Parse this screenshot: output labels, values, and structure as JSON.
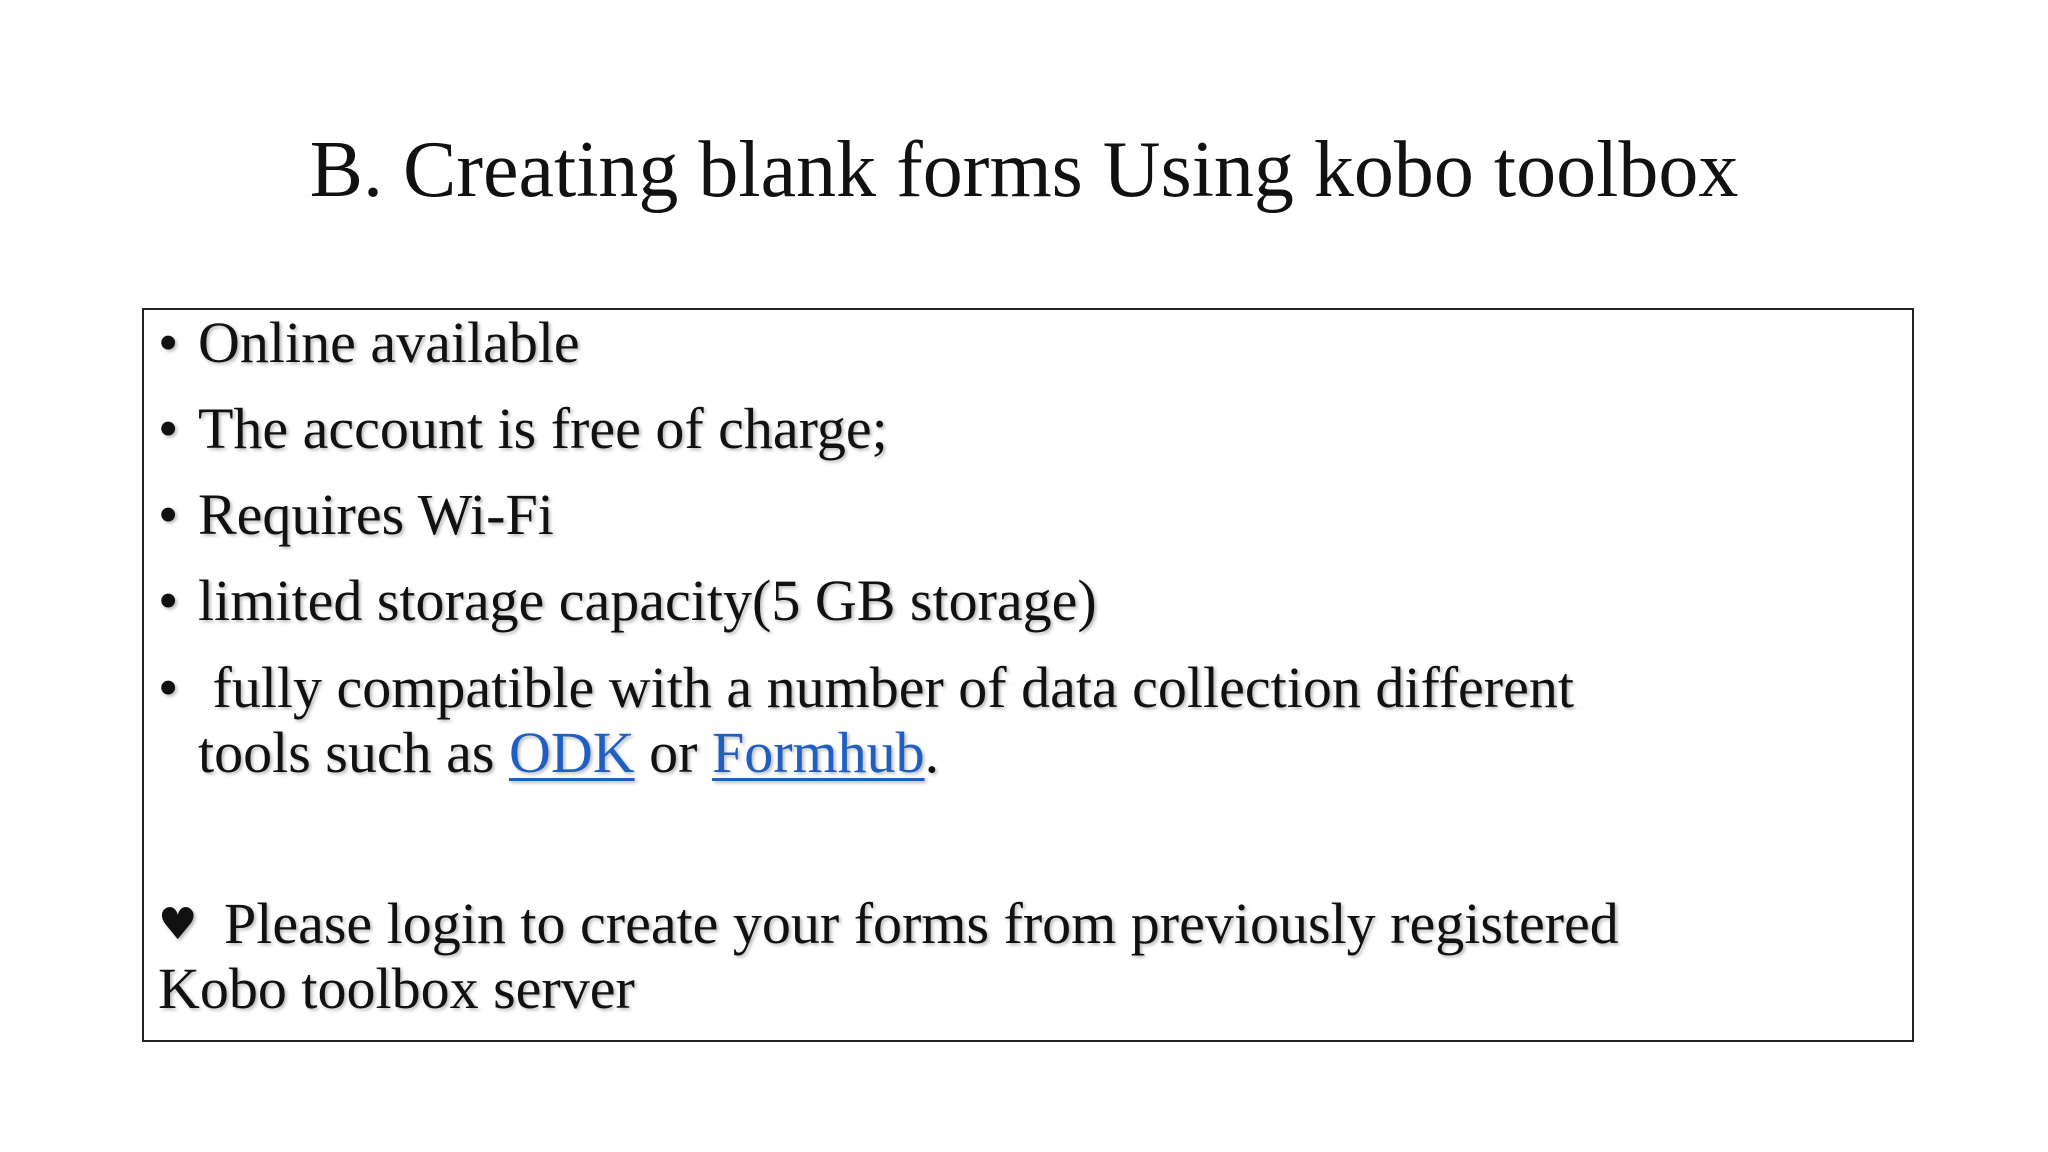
{
  "slide": {
    "title": "B. Creating blank forms Using kobo toolbox",
    "bullet_symbol": "•",
    "bullets": [
      {
        "text": "Online available"
      },
      {
        "text": "The account is free of charge;"
      },
      {
        "text": "Requires Wi-Fi"
      },
      {
        "text": "limited storage capacity(5 GB storage)"
      },
      {
        "text_line1": " fully compatible with a number of data collection  different",
        "text_line2_prefix": "tools such as ",
        "link1": "ODK",
        "connector": " or ",
        "link2": "Formhub",
        "suffix": "."
      }
    ],
    "note": {
      "icon": "heart-icon",
      "symbol": "♥",
      "line1": "Please login to create your forms from previously registered",
      "line2": "Kobo toolbox server"
    },
    "colors": {
      "link": "#1f5fbf",
      "text": "#111111",
      "border": "#222222"
    }
  }
}
